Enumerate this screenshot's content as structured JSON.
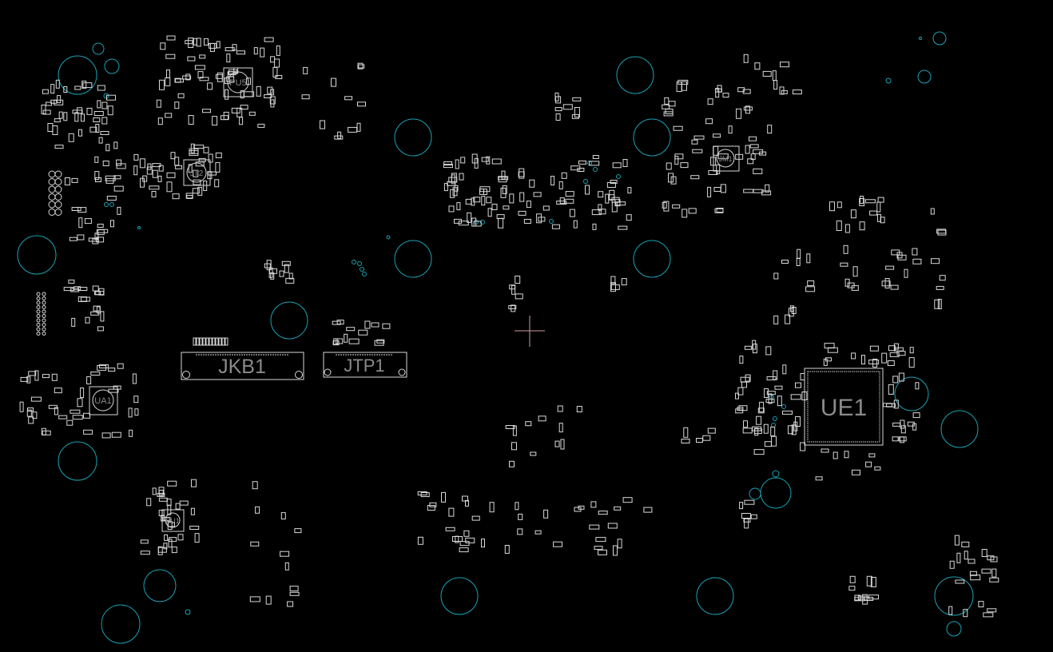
{
  "colors": {
    "background": "#000000",
    "outline": "#d8d8d8",
    "hole": "#1aa3b3",
    "label": "#8a8a8a",
    "cursor": "#d29aa2"
  },
  "designators": {
    "jkb1": "JKB1",
    "jtp1": "JTP1",
    "ue1": "UE1",
    "pu5": "PU5",
    "jt2": "JT2",
    "jm1": "JM1",
    "ua1": "UA1",
    "pu1": "PU1"
  },
  "icons": {
    "crosshair": "crosshair-cursor-icon"
  }
}
